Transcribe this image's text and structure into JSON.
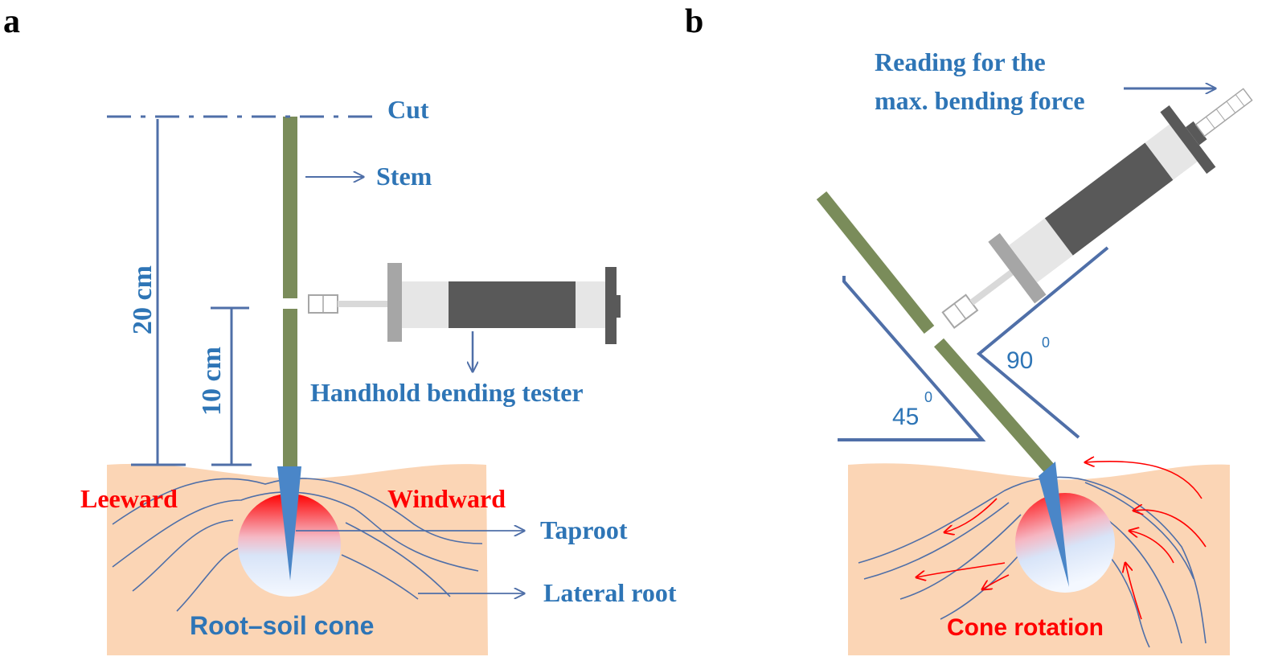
{
  "panel_a": {
    "letter": "a",
    "labels": {
      "cut": "Cut",
      "stem": "Stem",
      "dim_20": "20 cm",
      "dim_10": "10 cm",
      "tester": "Handhold bending tester",
      "leeward": "Leeward",
      "windward": "Windward",
      "taproot": "Taproot",
      "lateral_root": "Lateral root",
      "cone": "Root–soil cone"
    }
  },
  "panel_b": {
    "letter": "b",
    "labels": {
      "reading_line1": "Reading for the",
      "reading_line2": "max. bending force",
      "angle_45": "45",
      "angle_45_sup": "0",
      "angle_90": "90",
      "angle_90_sup": "0",
      "cone_rotation": "Cone rotation"
    }
  },
  "colors": {
    "label_blue": "#2e75b6",
    "line_blue": "#4f6fa8",
    "red": "#ff0000",
    "soil": "#fbd5b5",
    "stem": "#7a8c5a",
    "taproot": "#4a86c8",
    "tester_dark": "#595959",
    "tester_light": "#d9d9d9",
    "tester_grey": "#a6a6a6"
  }
}
